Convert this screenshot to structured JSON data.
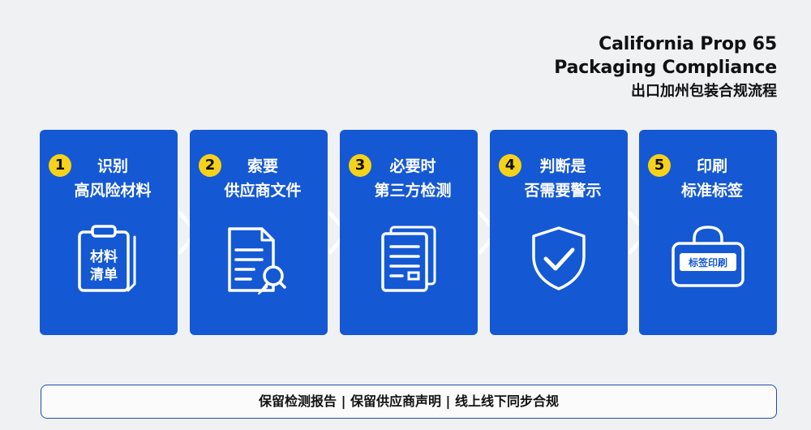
{
  "header": {
    "title_en_line1": "California Prop 65",
    "title_en_line2": "Packaging Compliance",
    "title_zh": "出口加州包装合规流程"
  },
  "steps": [
    {
      "number": "1",
      "label_line1": "识别",
      "label_line2": "高风险材料",
      "icon": "clipboard-icon",
      "icon_text_line1": "材料",
      "icon_text_line2": "清单"
    },
    {
      "number": "2",
      "label_line1": "索要",
      "label_line2": "供应商文件",
      "icon": "document-sign-icon"
    },
    {
      "number": "3",
      "label_line1": "必要时",
      "label_line2": "第三方检测",
      "icon": "test-report-icon"
    },
    {
      "number": "4",
      "label_line1": "判断是",
      "label_line2": "否需要警示",
      "icon": "shield-check-icon"
    },
    {
      "number": "5",
      "label_line1": "印刷",
      "label_line2": "标准标签",
      "icon": "label-bag-icon",
      "icon_text": "标签印刷"
    }
  ],
  "footer": {
    "text": "保留检测报告 | 保留供应商声明 | 线上线下同步合规"
  },
  "colors": {
    "card": "#1458d4",
    "badge": "#f7d21a",
    "background": "#f0f1f3",
    "footer_border": "#1d4fa8"
  }
}
